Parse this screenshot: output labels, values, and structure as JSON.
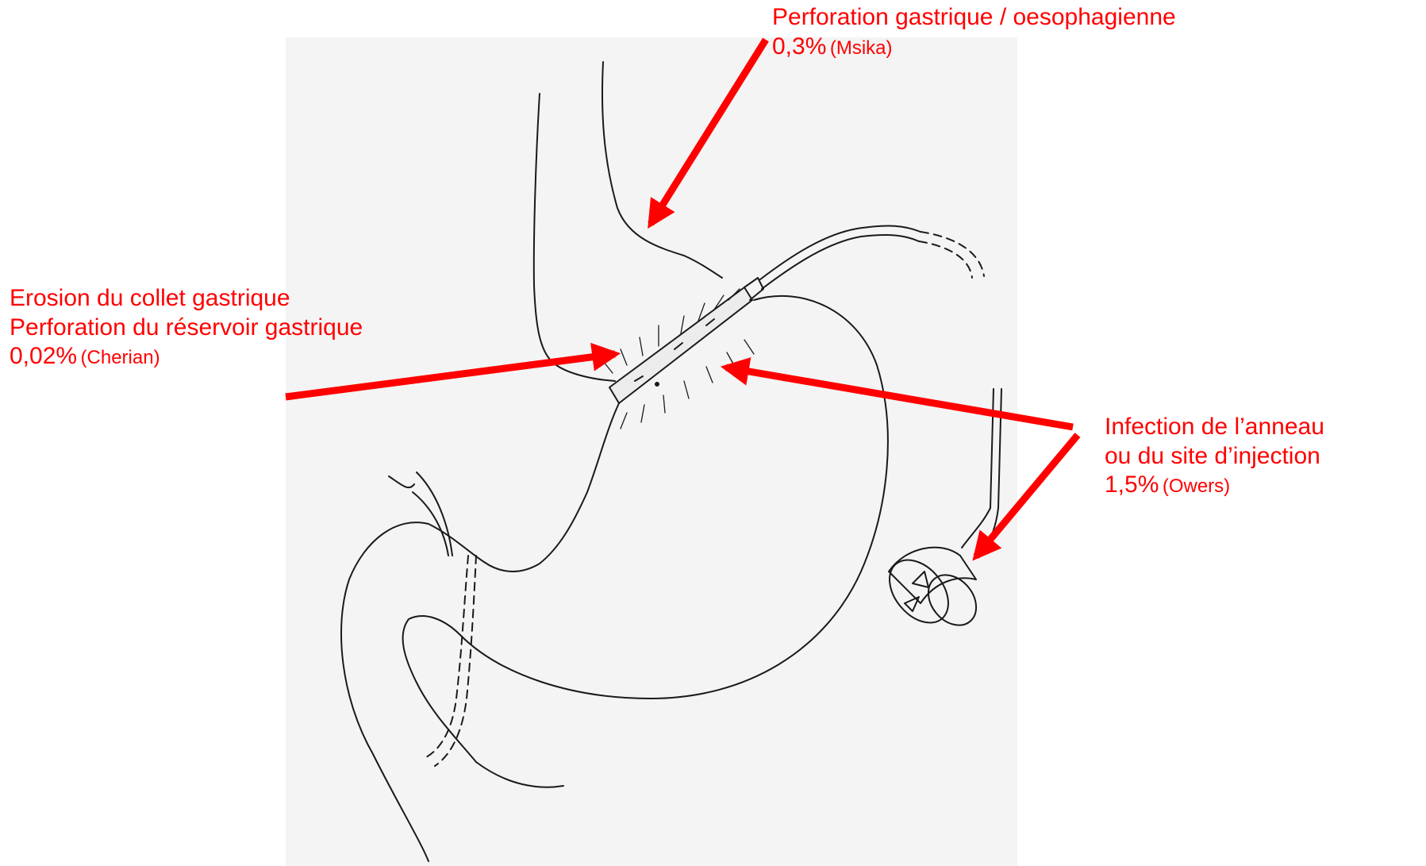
{
  "annotations": {
    "perforation_oeso": {
      "title": "Perforation gastrique / oesophagienne",
      "rate": "0,3%",
      "source": "(Msika)"
    },
    "erosion": {
      "line1": "Erosion du collet gastrique",
      "line2": "Perforation du réservoir gastrique",
      "rate": "0,02%",
      "source": "(Cherian)"
    },
    "infection": {
      "line1": "Infection de l’anneau",
      "line2": "ou du site d’injection",
      "rate": "1,5%",
      "source": "(Owers)"
    }
  },
  "colors": {
    "annotation": "#ff0000",
    "line_art": "#1a1a1a",
    "paper": "#f4f4f4"
  }
}
